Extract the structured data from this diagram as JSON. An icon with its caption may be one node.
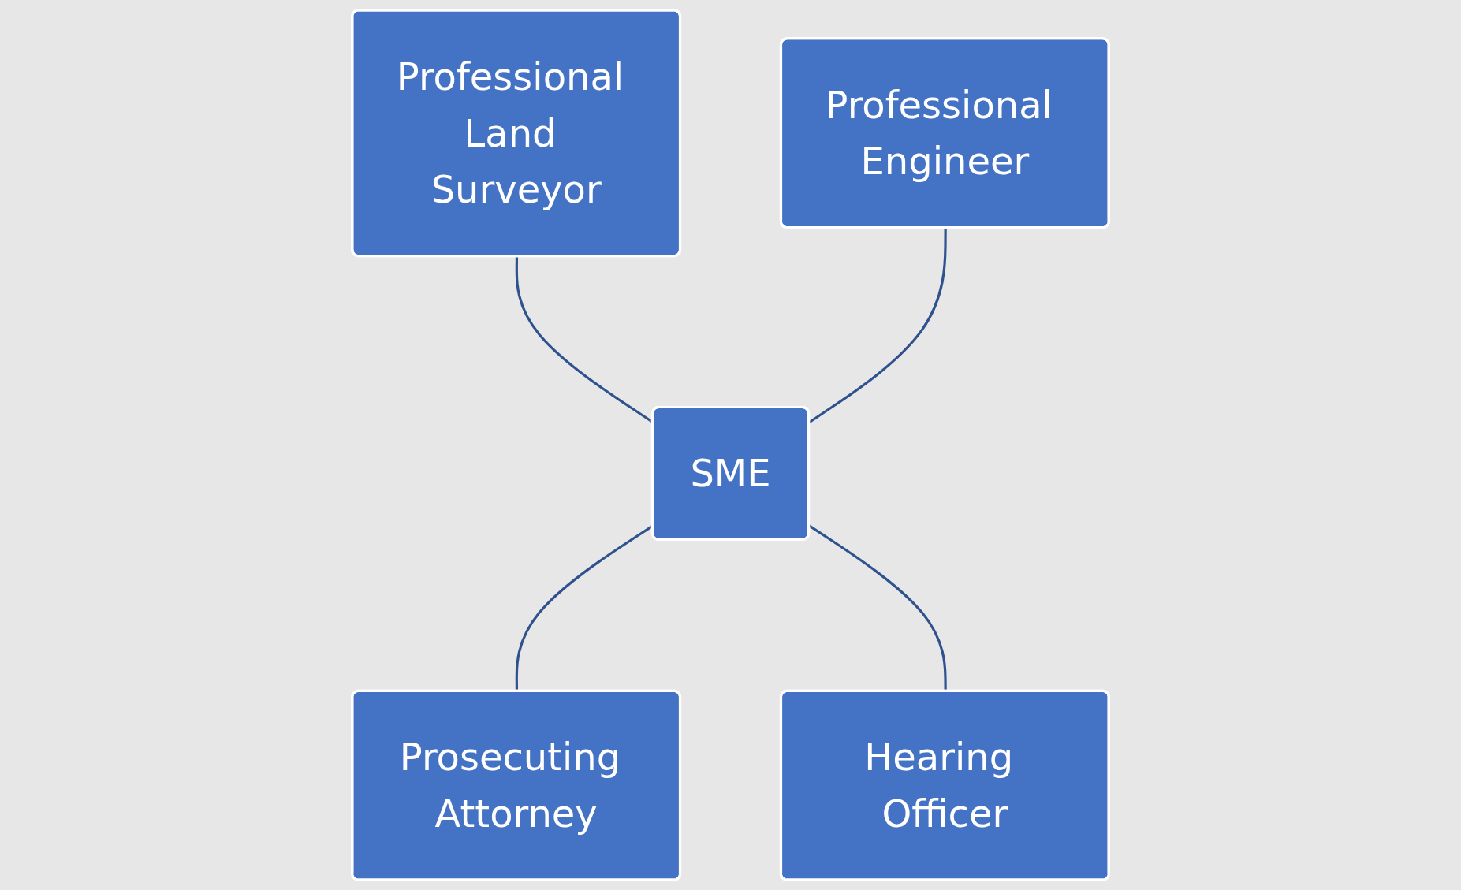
{
  "diagram": {
    "nodes": [
      {
        "text": [
          "Professional Land Surveyor"
        ]
      },
      {
        "text": [
          "Professional Engineer"
        ]
      },
      {
        "text": [
          "SME"
        ]
      },
      {
        "text": [
          "Prosecuting Attorney"
        ]
      },
      {
        "text": [
          "Hearing Officer"
        ]
      }
    ],
    "edges": [
      {
        "from": 0,
        "to": 2,
        "arrow": "none"
      },
      {
        "from": 1,
        "to": 2,
        "arrow": "none"
      },
      {
        "from": 2,
        "to": 3,
        "arrow": "none"
      },
      {
        "from": 2,
        "to": 4,
        "arrow": "none"
      }
    ]
  }
}
